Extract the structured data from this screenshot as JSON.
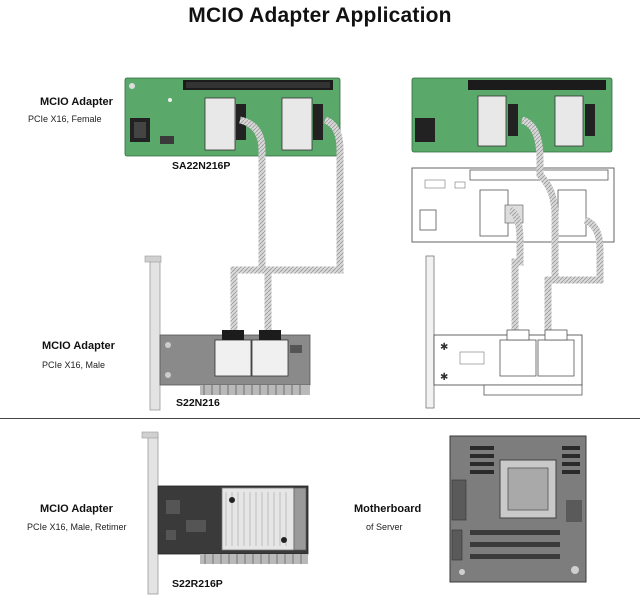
{
  "title": "MCIO Adapter Application",
  "sections": {
    "top_left": {
      "female": {
        "title": "MCIO Adapter",
        "subtitle": "PCIe X16, Female",
        "model": "SA22N216P"
      },
      "male": {
        "title": "MCIO Adapter",
        "subtitle": "PCIe X16, Male",
        "model": "S22N216"
      }
    },
    "bottom": {
      "retimer": {
        "title": "MCIO Adapter",
        "subtitle": "PCIe X16, Male, Retimer",
        "model": "S22R216P"
      },
      "motherboard": {
        "title": "Motherboard",
        "subtitle": "of Server"
      }
    }
  },
  "colors": {
    "pcb_green": "#5aa86a",
    "pcb_green_dark": "#3e8a52",
    "pcb_gray": "#8a8a8a",
    "cable": "#cfcfcf",
    "divider": "#444444"
  }
}
